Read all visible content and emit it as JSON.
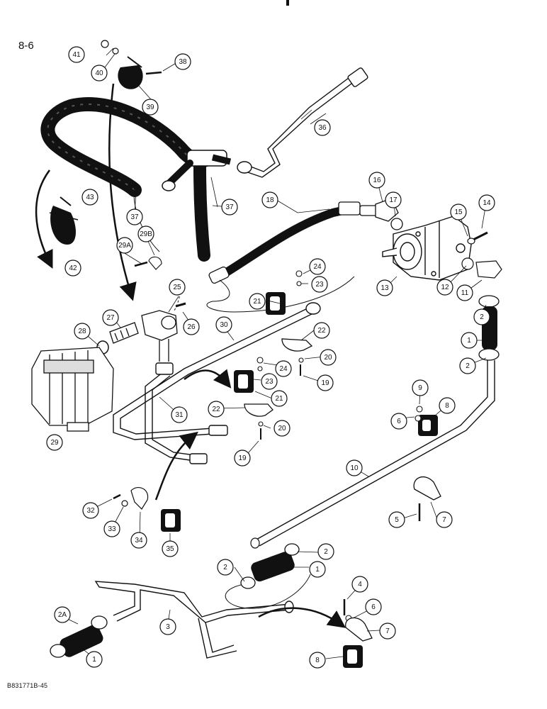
{
  "page_number": "8-6",
  "figure_code": "B831771B-45",
  "callouts": [
    "1",
    "2",
    "2A",
    "3",
    "4",
    "5",
    "6",
    "7",
    "8",
    "9",
    "10",
    "11",
    "12",
    "13",
    "14",
    "15",
    "16",
    "17",
    "18",
    "19",
    "20",
    "21",
    "22",
    "23",
    "24",
    "25",
    "26",
    "27",
    "28",
    "29",
    "29A",
    "29B",
    "30",
    "31",
    "32",
    "33",
    "34",
    "35",
    "36",
    "37",
    "38",
    "39",
    "40",
    "41",
    "42",
    "43"
  ]
}
